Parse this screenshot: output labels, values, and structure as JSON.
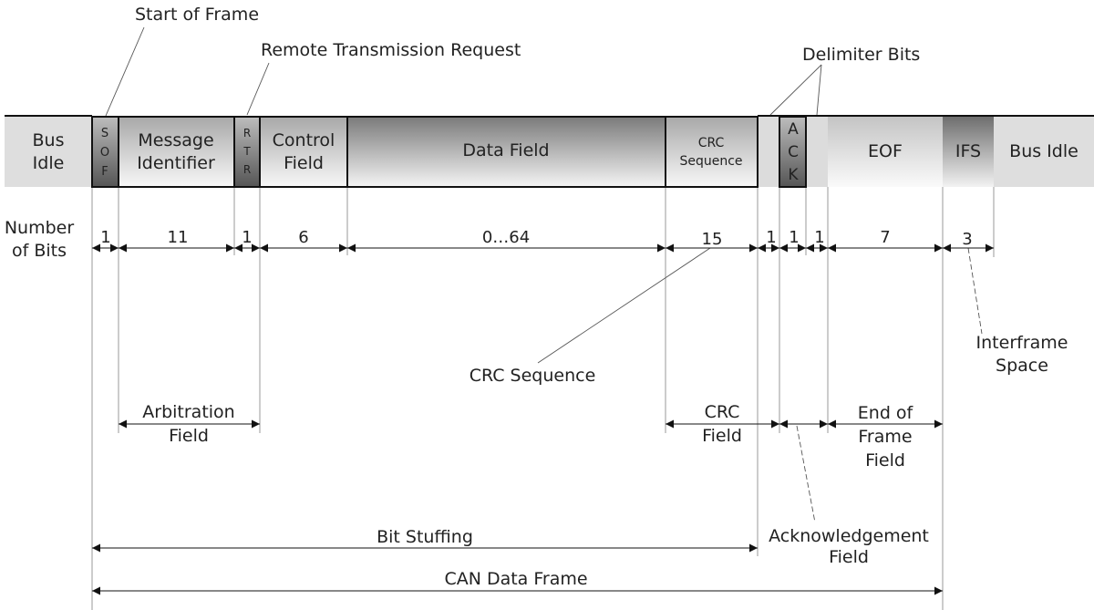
{
  "title": "CAN Data Frame",
  "callouts": {
    "start_of_frame": "Start of Frame",
    "remote_transmission_request": "Remote Transmission Request",
    "delimiter_bits": "Delimiter Bits",
    "crc_sequence": "CRC Sequence",
    "interframe_space": [
      "Interframe",
      "Space"
    ],
    "acknowledgement_field": [
      "Acknowledgement",
      "Field"
    ]
  },
  "number_of_bits_label": [
    "Number",
    "of Bits"
  ],
  "fields": [
    {
      "id": "bus-idle-start",
      "label": [
        "Bus",
        "Idle"
      ],
      "bits": null
    },
    {
      "id": "sof",
      "label": [
        "S",
        "O",
        "F"
      ],
      "vertical": true,
      "bits": "1"
    },
    {
      "id": "message-identifier",
      "label": [
        "Message",
        "Identifier"
      ],
      "bits": "11"
    },
    {
      "id": "rtr",
      "label": [
        "R",
        "T",
        "R"
      ],
      "vertical": true,
      "bits": "1"
    },
    {
      "id": "control-field",
      "label": [
        "Control",
        "Field"
      ],
      "bits": "6"
    },
    {
      "id": "data-field",
      "label": [
        "Data Field"
      ],
      "bits": "0…64"
    },
    {
      "id": "crc-sequence",
      "label": [
        "CRC",
        "Sequence"
      ],
      "bits": "15"
    },
    {
      "id": "crc-delimiter",
      "label": [],
      "bits": "1"
    },
    {
      "id": "ack",
      "label": [
        "A",
        "C",
        "K"
      ],
      "vertical": true,
      "bits": "1"
    },
    {
      "id": "ack-delimiter",
      "label": [],
      "bits": "1"
    },
    {
      "id": "eof",
      "label": [
        "EOF"
      ],
      "bits": "7"
    },
    {
      "id": "ifs",
      "label": [
        "IFS"
      ],
      "bits": "3"
    },
    {
      "id": "bus-idle-end",
      "label": [
        "Bus Idle"
      ],
      "bits": null
    }
  ],
  "groups": {
    "arbitration_field": [
      "Arbitration",
      "Field"
    ],
    "crc_field": [
      "CRC",
      "Field"
    ],
    "end_of_frame_field": [
      "End of",
      "Frame",
      "Field"
    ],
    "bit_stuffing": "Bit Stuffing",
    "can_data_frame": "CAN Data Frame"
  }
}
